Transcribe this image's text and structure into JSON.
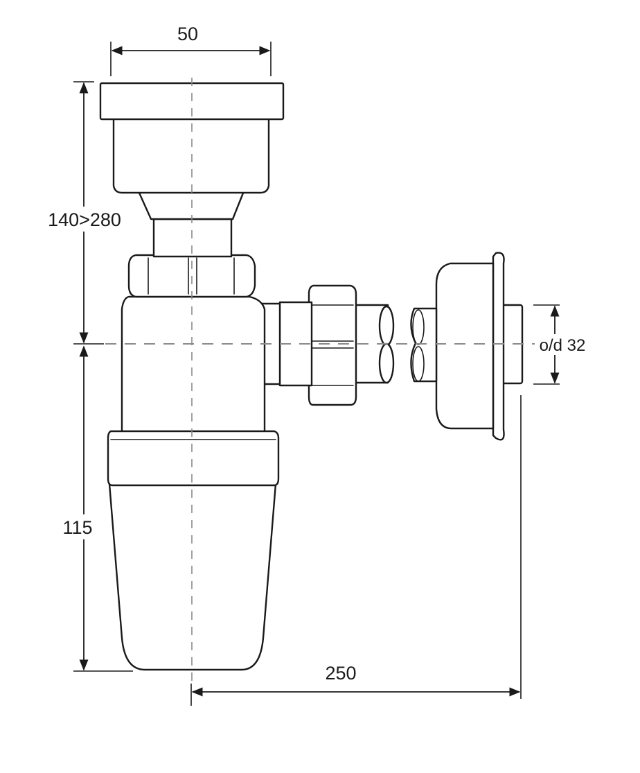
{
  "dimensions": {
    "top_width": "50",
    "height_range": "140>280",
    "lower_height": "115",
    "horizontal_reach": "250",
    "outlet_diameter": "o/d 32"
  },
  "colors": {
    "line": "#1a1a1a",
    "centerline": "#8a8a8a",
    "background": "#ffffff"
  }
}
